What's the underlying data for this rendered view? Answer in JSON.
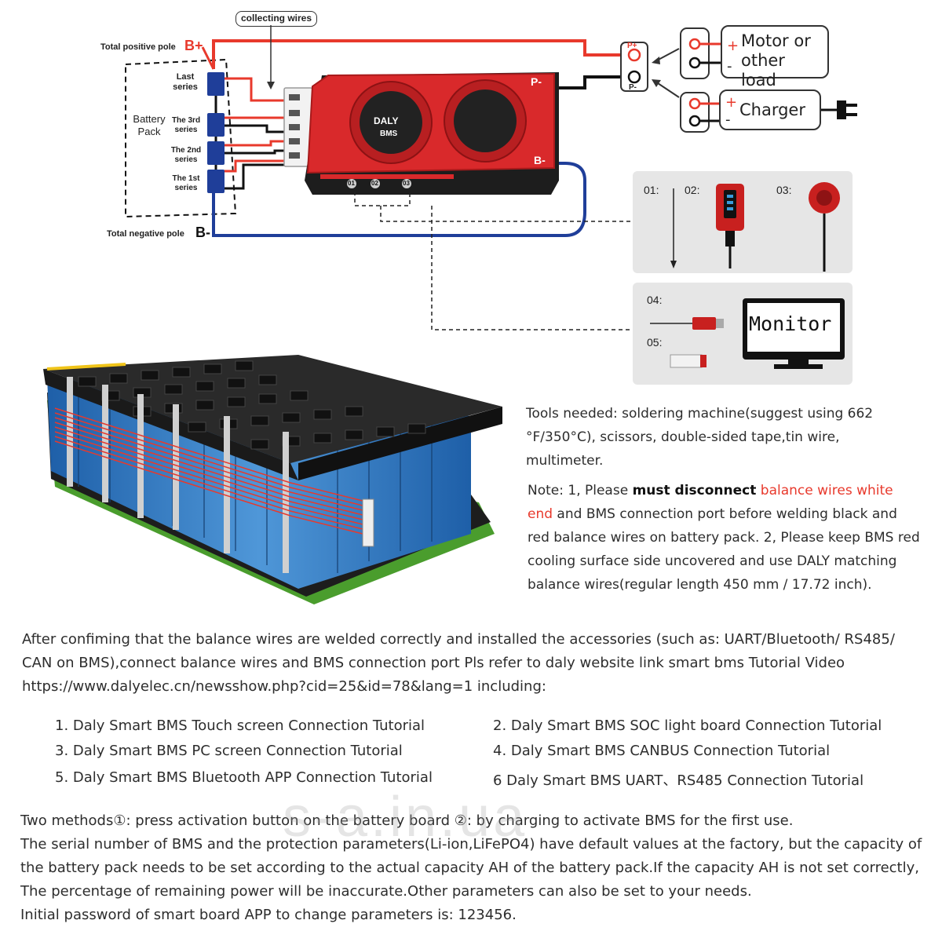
{
  "wiring": {
    "collecting_wires": "collecting wires",
    "total_positive_pole": "Total positive pole",
    "b_plus": "B+",
    "total_negative_pole": "Total negative pole",
    "b_minus": "B-",
    "battery_pack": "Battery Pack",
    "series_labels": [
      "Last series",
      "The 3rd series",
      "The 2nd series",
      "The 1st series"
    ],
    "p_plus": "P+",
    "p_minus": "P-",
    "bms_p_minus": "P-",
    "bms_b_minus": "B-",
    "motor_load": "Motor or other load",
    "charger": "Charger",
    "bms_brand": "DALY",
    "bms_sub": "BMS",
    "port_labels": [
      "01",
      "02",
      "03"
    ],
    "colors": {
      "red_wire": "#e8392c",
      "blue_wire": "#1f3e99",
      "bms_red": "#d9292b",
      "black": "#111111"
    }
  },
  "accessories": {
    "top_panel": {
      "items": [
        "01:",
        "02:",
        "03:"
      ]
    },
    "bottom_panel": {
      "items": [
        "04:",
        "05:"
      ],
      "monitor_label": "Monitor"
    }
  },
  "tools_text": "Tools needed: soldering machine(suggest using 662 °F/350°C), scissors, double-sided tape,tin wire, multimeter.",
  "note": {
    "prefix": "Note: 1, Please ",
    "bold": "must disconnect",
    "red": " balance wires white end",
    "rest": " and BMS connection port before welding black and red balance wires on battery pack. 2, Please keep BMS red cooling surface side uncovered and use DALY matching balance wires(regular length 450 mm / 17.72 inch)."
  },
  "after_paragraph": "After confiming that the balance wires are welded correctly and installed the accessories (such as: UART/Bluetooth/ RS485/ CAN on BMS),connect balance wires and BMS connection port Pls refer to daly website link  smart bms Tutorial Video https://www.dalyelec.cn/newsshow.php?cid=25&id=78&lang=1 including:",
  "tutorials": [
    "1. Daly Smart BMS Touch screen Connection Tutorial",
    "2. Daly Smart BMS SOC light board Connection Tutorial",
    "3. Daly Smart BMS PC screen Connection Tutorial",
    "4. Daly Smart BMS CANBUS Connection Tutorial",
    "5. Daly Smart BMS Bluetooth APP Connection Tutorial",
    "6 Daly Smart BMS UART、RS485 Connection Tutorial"
  ],
  "bottom_lines": [
    "Two methods①: press activation button on the battery board ②: by charging to activate BMS for the first use.",
    "The serial number of BMS and the protection parameters(Li-ion,LiFePO4) have default values at the factory, but the capacity of the battery pack needs to be set according to the actual capacity AH of the battery pack.If the capacity AH is not set correctly, The percentage of remaining power will be inaccurate.Other parameters can also be set to your needs.",
    "Initial password of smart board APP to change parameters is: 123456."
  ],
  "watermark": "s-a.in.ua"
}
